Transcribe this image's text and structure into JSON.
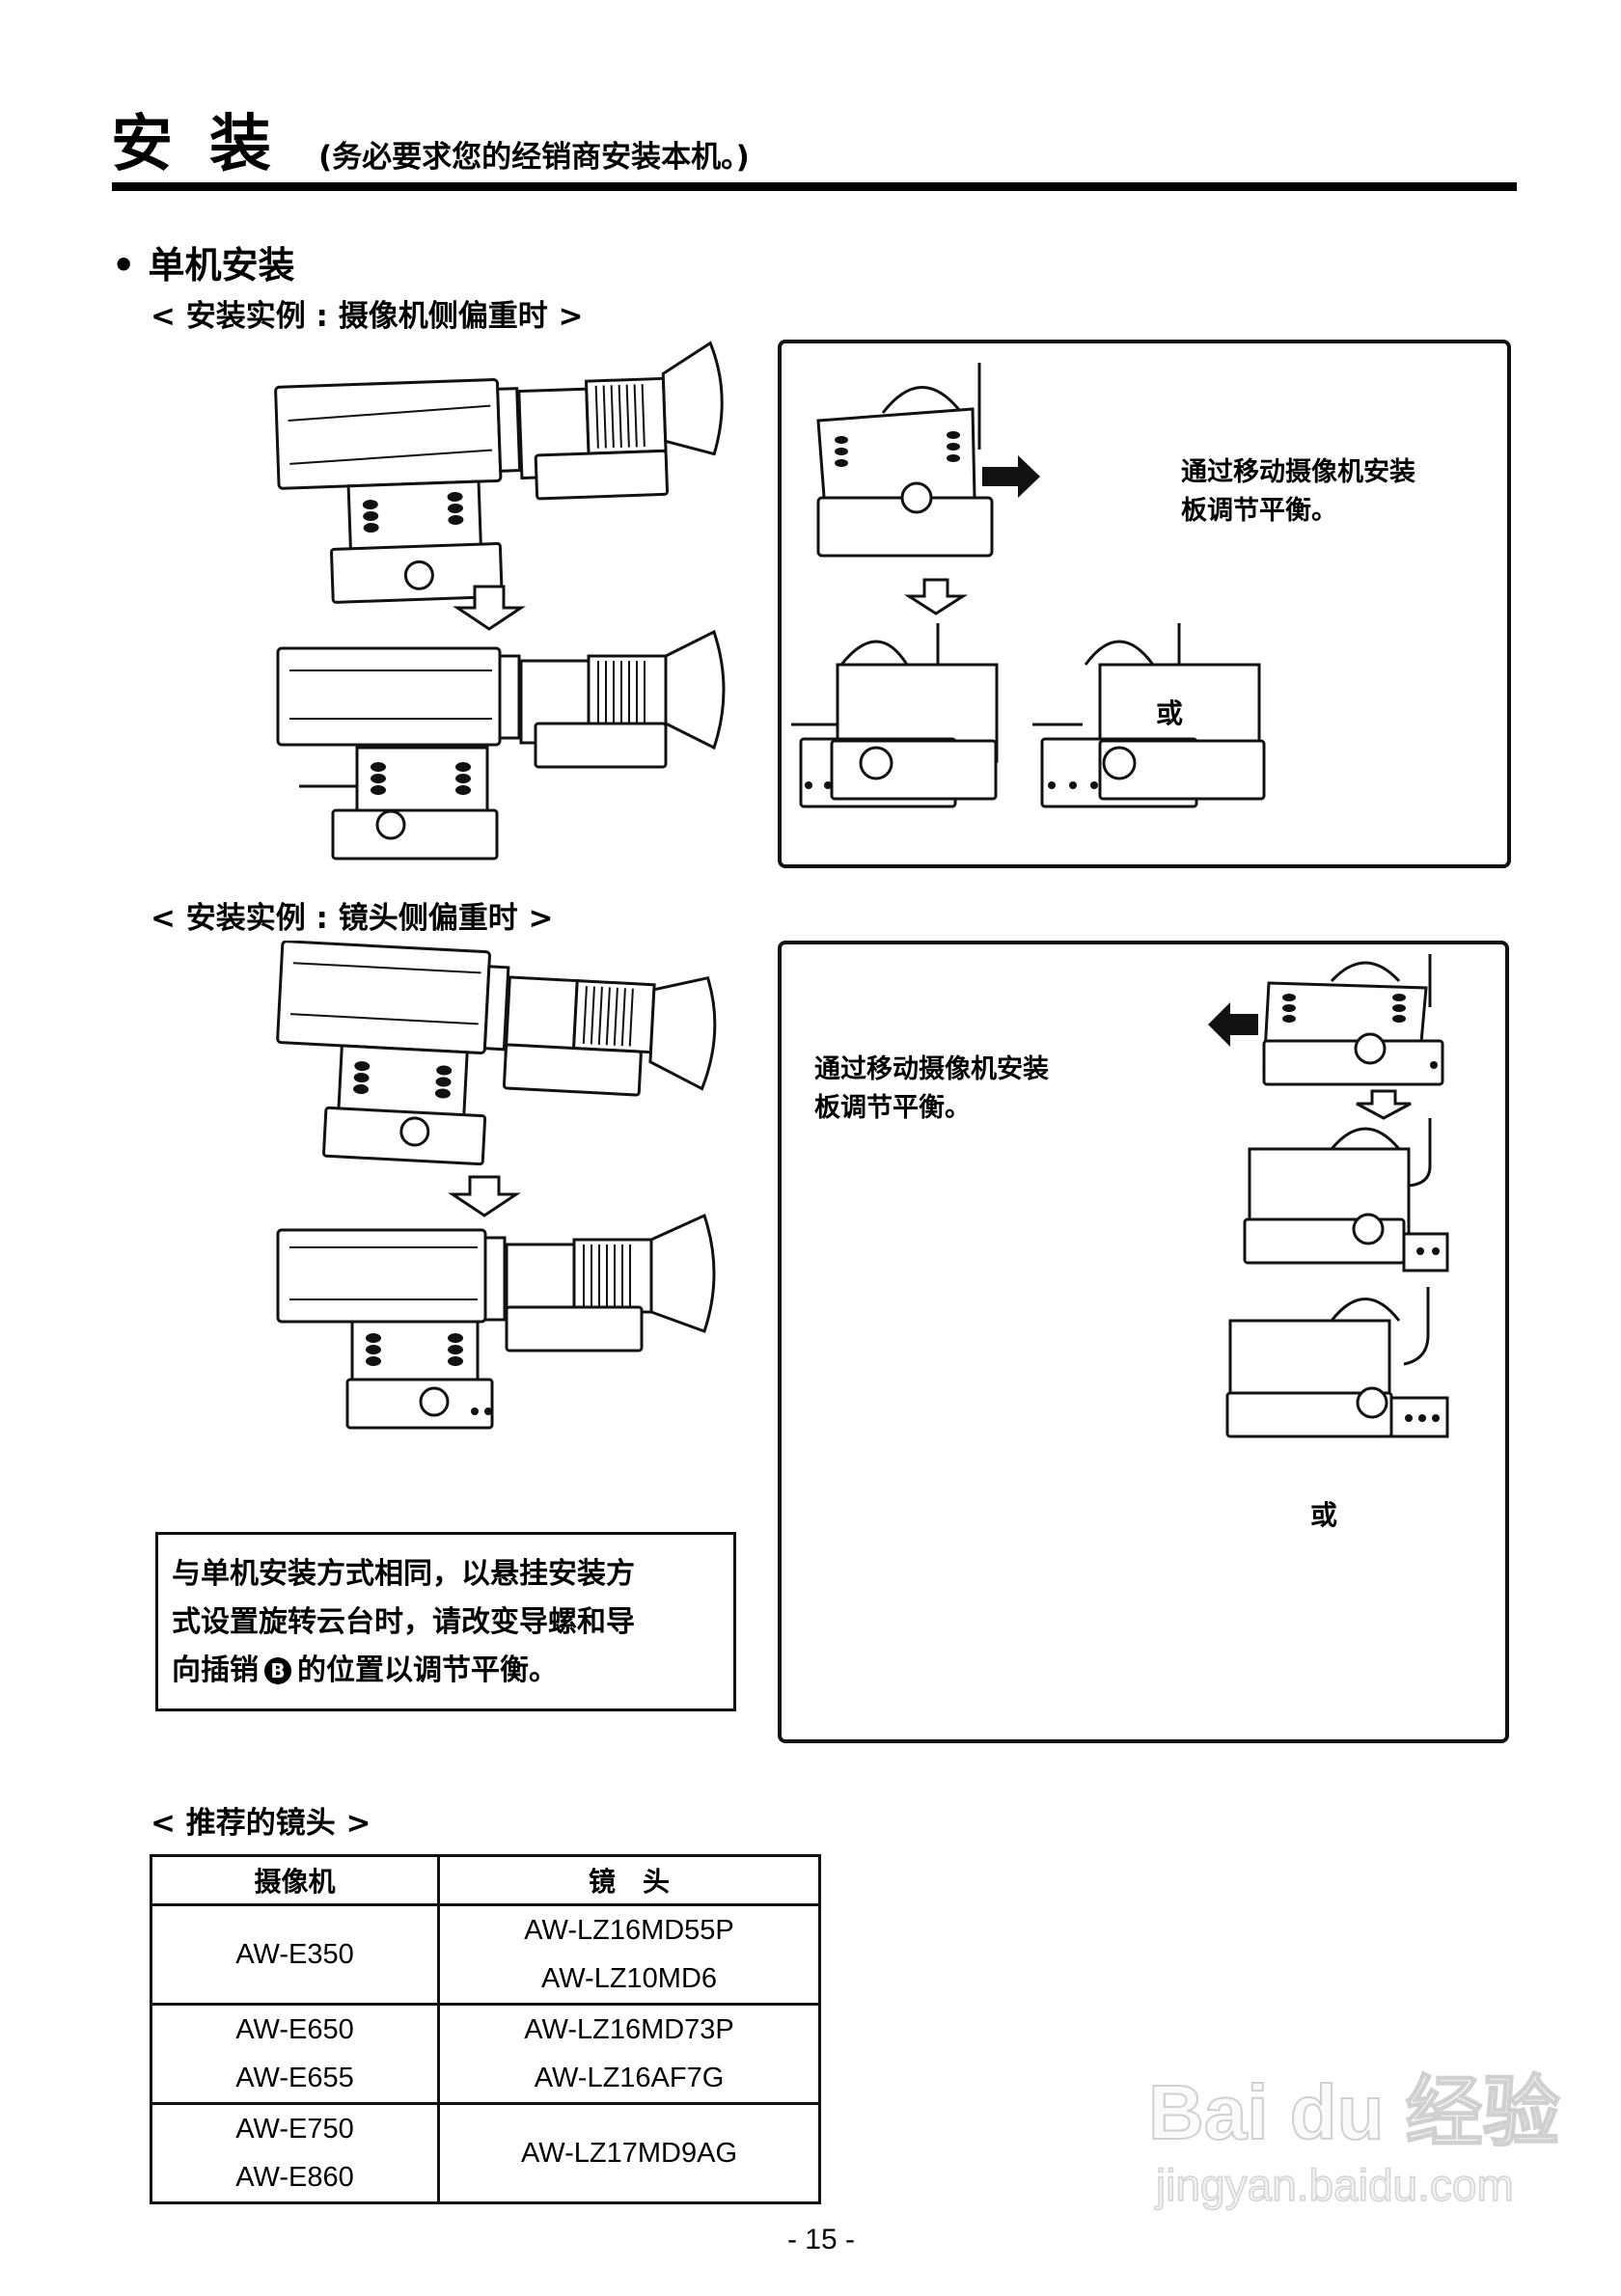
{
  "header": {
    "title": "安装",
    "subtitle": "(务必要求您的经销商安装本机。)"
  },
  "section": {
    "bullet": "•",
    "heading": "单机安装",
    "example_camera_heavy": "< 安装实例 : 摄像机侧偏重时 >",
    "example_lens_heavy": "< 安装实例 : 镜头侧偏重时 >"
  },
  "panel_camera_heavy": {
    "caption_line1": "通过移动摄像机安装",
    "caption_line2": "板调节平衡。",
    "or_label": "或",
    "arrow_direction": "right"
  },
  "panel_lens_heavy": {
    "caption_line1": "通过移动摄像机安装",
    "caption_line2": "板调节平衡。",
    "or_label": "或",
    "arrow_direction": "left"
  },
  "note": {
    "line1": "与单机安装方式相同，以悬挂安装方",
    "line2": "式设置旋转云台时，请改变导螺和导",
    "line3_before": "向插销",
    "line3_badge": "B",
    "line3_after": "的位置以调节平衡。"
  },
  "recommended_lenses": {
    "heading": "< 推荐的镜头 >",
    "columns": [
      "摄像机",
      "镜　头"
    ],
    "rows": [
      {
        "cameras": [
          "AW-E350"
        ],
        "lenses": [
          "AW-LZ16MD55P",
          "AW-LZ10MD6"
        ]
      },
      {
        "cameras": [
          "AW-E650",
          "AW-E655"
        ],
        "lenses": [
          "AW-LZ16MD73P",
          "AW-LZ16AF7G"
        ]
      },
      {
        "cameras": [
          "AW-E750",
          "AW-E860"
        ],
        "lenses": [
          "AW-LZ17MD9AG"
        ]
      }
    ]
  },
  "footer": {
    "page_number": "- 15 -"
  },
  "watermark": {
    "logo": "Bai du 经验",
    "url": "jingyan.baidu.com"
  }
}
